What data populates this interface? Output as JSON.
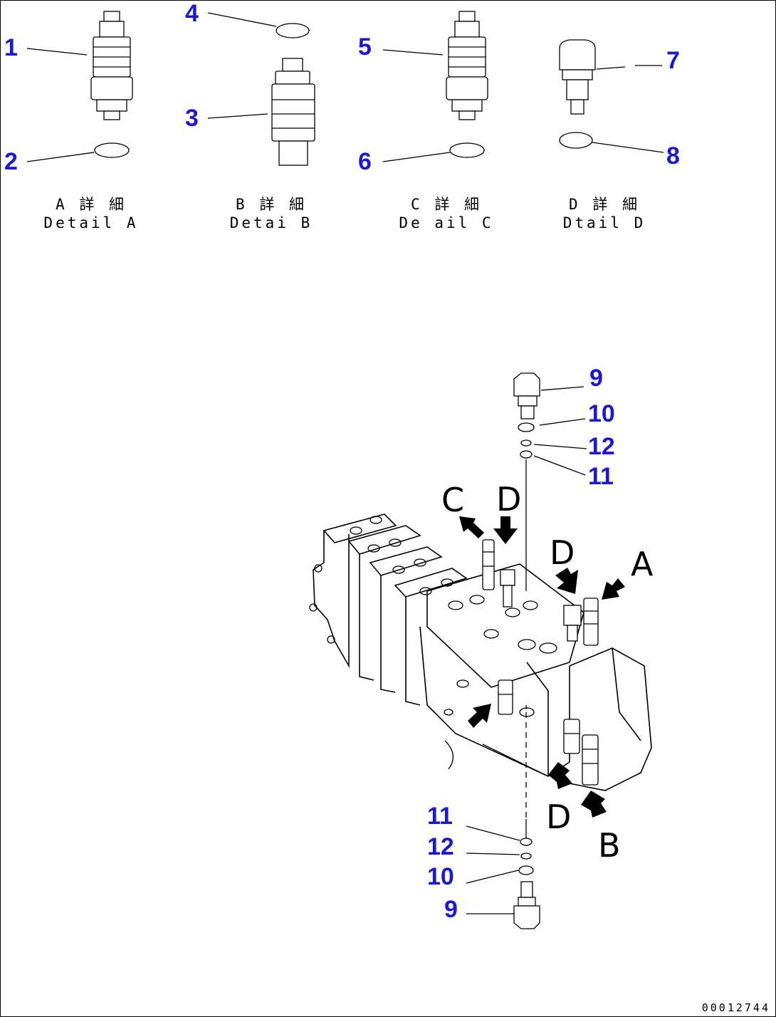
{
  "details": [
    {
      "id": "A",
      "jp": "A 詳 細",
      "en": "Detail A"
    },
    {
      "id": "B",
      "jp": "B 詳 細",
      "en": "Detai B"
    },
    {
      "id": "C",
      "jp": "C 詳 細",
      "en": "De ail C"
    },
    {
      "id": "D",
      "jp": "D 詳 細",
      "en": "Dtail D"
    }
  ],
  "part_numbers": [
    "1",
    "2",
    "3",
    "4",
    "5",
    "6",
    "7",
    "8",
    "9",
    "10",
    "12",
    "11",
    "11",
    "12",
    "10",
    "9"
  ],
  "view_letters": [
    "C",
    "D",
    "D",
    "A",
    "D",
    "B"
  ],
  "drawing_code": "00012744",
  "colors": {
    "callout": "#1a1ad6",
    "line": "#000000",
    "background": "#ffffff"
  }
}
